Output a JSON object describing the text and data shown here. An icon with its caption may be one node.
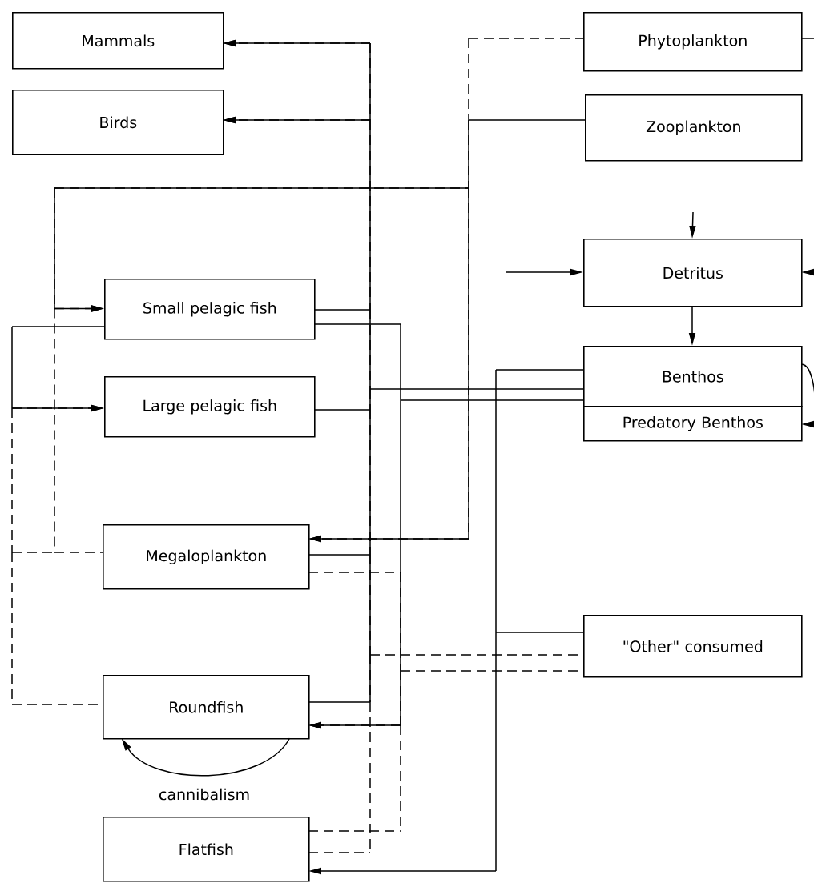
{
  "diagram": {
    "nodes": [
      {
        "text": [
          "Mammals"
        ]
      },
      {
        "text": [
          "Birds"
        ]
      },
      {
        "text": [
          "Phytoplankton"
        ]
      },
      {
        "text": [
          "Zooplankton"
        ]
      },
      {
        "text": [
          "Detritus"
        ]
      },
      {
        "text": [
          "Benthos"
        ]
      },
      {
        "text": [
          "Predatory Benthos"
        ]
      },
      {
        "text": [
          "Small pelagic fish"
        ]
      },
      {
        "text": [
          "Large pelagic fish"
        ]
      },
      {
        "text": [
          "Megaloplankton"
        ]
      },
      {
        "text": [
          "\"Other\" consumed"
        ]
      },
      {
        "text": [
          "Roundfish"
        ]
      },
      {
        "text": [
          "Flatfish"
        ]
      }
    ],
    "edges": [
      {
        "from": 7,
        "to": 0,
        "arrow": "to"
      },
      {
        "from": 7,
        "to": 1,
        "arrow": "to"
      },
      {
        "from": 8,
        "to": 0,
        "arrow": "to"
      },
      {
        "from": 8,
        "to": 1,
        "arrow": "to"
      },
      {
        "from": 9,
        "to": 0,
        "arrow": "to"
      },
      {
        "from": 9,
        "to": 1,
        "arrow": "to"
      },
      {
        "from": 11,
        "to": 0,
        "arrow": "to"
      },
      {
        "from": 11,
        "to": 1,
        "arrow": "to"
      },
      {
        "from": 12,
        "to": 0,
        "arrow": "to",
        "style": "dashed"
      },
      {
        "from": 12,
        "to": 1,
        "arrow": "to",
        "style": "dashed"
      },
      {
        "from": 5,
        "to": 0,
        "arrow": "to"
      },
      {
        "from": 5,
        "to": 1,
        "arrow": "to"
      },
      {
        "from": 10,
        "to": 0,
        "arrow": "to",
        "style": "dashed"
      },
      {
        "from": 10,
        "to": 1,
        "arrow": "to",
        "style": "dashed"
      },
      {
        "from": 2,
        "to": 7,
        "arrow": "to",
        "style": "dashed"
      },
      {
        "from": 3,
        "to": 7,
        "arrow": "to"
      },
      {
        "from": 2,
        "to": 9,
        "arrow": "to",
        "style": "dashed"
      },
      {
        "from": 3,
        "to": 9,
        "arrow": "to"
      },
      {
        "from": 7,
        "to": 8,
        "arrow": "to"
      },
      {
        "from": 9,
        "to": 7,
        "arrow": "to",
        "style": "dashed"
      },
      {
        "from": 9,
        "to": 8,
        "arrow": "to",
        "style": "dashed"
      },
      {
        "from": 11,
        "to": 8,
        "arrow": "to",
        "style": "dashed"
      },
      {
        "from": 7,
        "to": 11,
        "arrow": "to"
      },
      {
        "from": 9,
        "to": 11,
        "arrow": "to",
        "style": "dashed"
      },
      {
        "from": 12,
        "to": 11,
        "arrow": "to",
        "style": "dashed"
      },
      {
        "from": 5,
        "to": 11,
        "arrow": "to"
      },
      {
        "from": 10,
        "to": 11,
        "arrow": "to",
        "style": "dashed"
      },
      {
        "from": 5,
        "to": 12,
        "arrow": "to"
      },
      {
        "from": 10,
        "to": 12,
        "arrow": "to"
      },
      {
        "from": 11,
        "to": 11,
        "arrow": "to",
        "label": "cannibalism"
      },
      {
        "from": 5,
        "to": 6,
        "arrow": "to"
      },
      {
        "from": null,
        "to": 4,
        "arrow": "to"
      },
      {
        "from": null,
        "to": 4,
        "arrow": "to"
      },
      {
        "from": null,
        "to": 4,
        "arrow": "to"
      },
      {
        "from": 4,
        "to": 5,
        "arrow": "to"
      },
      {
        "from": 2,
        "to": null,
        "arrow": "none"
      }
    ]
  }
}
